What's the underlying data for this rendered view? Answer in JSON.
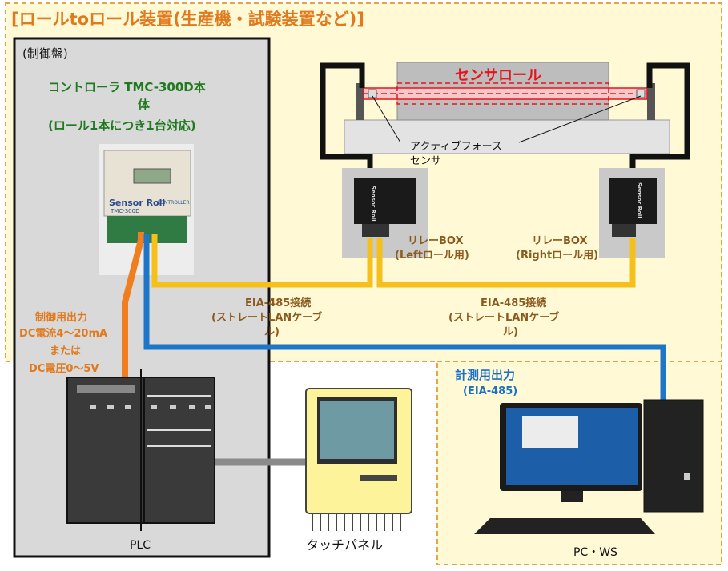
{
  "title": "[ロールtoロール装置(生産機・試験装置など)]",
  "control_panel": {
    "label": "(制御盤)"
  },
  "controller": {
    "name_line1": "コントローラ TMC-300D本",
    "name_line2": "体",
    "name_line3": "(ロール1本につき1台対応)",
    "brand": "Sensor Roll",
    "subtitle": "CONTROLLER",
    "model": "TMC-300D"
  },
  "sensor_roll": {
    "label": "センサロール"
  },
  "active_force_sensor": {
    "label_line1": "アクティブフォース",
    "label_line2": "センサ"
  },
  "relay_left": {
    "line1": "リレーBOX",
    "line2": "(Leftロール用)"
  },
  "relay_right": {
    "line1": "リレーBOX",
    "line2": "(Rightロール用)"
  },
  "relay_device_label": "Sensor Roll",
  "cable_left": {
    "line1": "EIA-485接続",
    "line2": "(ストレートLANケーブ",
    "line3": "ル)"
  },
  "cable_right": {
    "line1": "EIA-485接続",
    "line2": "(ストレートLANケーブ",
    "line3": "ル)"
  },
  "control_output": {
    "line1": "制御用出力",
    "line2": "DC電流4～20mA",
    "line3": "または",
    "line4": "DC電圧0～5V"
  },
  "measure_output": {
    "line1": "計測用出力",
    "line2": "(EIA-485)"
  },
  "plc": {
    "label": "PLC"
  },
  "touch_panel": {
    "label": "タッチパネル"
  },
  "pc": {
    "label": "PC・WS"
  },
  "colors": {
    "title": "#E07A1F",
    "green_text": "#1F7A1F",
    "orange_text": "#E07A1F",
    "blue_text": "#1A6FC9",
    "brown_text": "#8A5A1E",
    "red_text": "#E8141C",
    "orange_cable": "#F07D1E",
    "yellow_cable": "#F5BF1C",
    "blue_cable": "#1D76C8",
    "gray_cable": "#8A8A8A",
    "panel_bg": "#D9D9D9",
    "outer_bg": "#FFF9D6",
    "touch_yellow": "#FDF39A"
  }
}
